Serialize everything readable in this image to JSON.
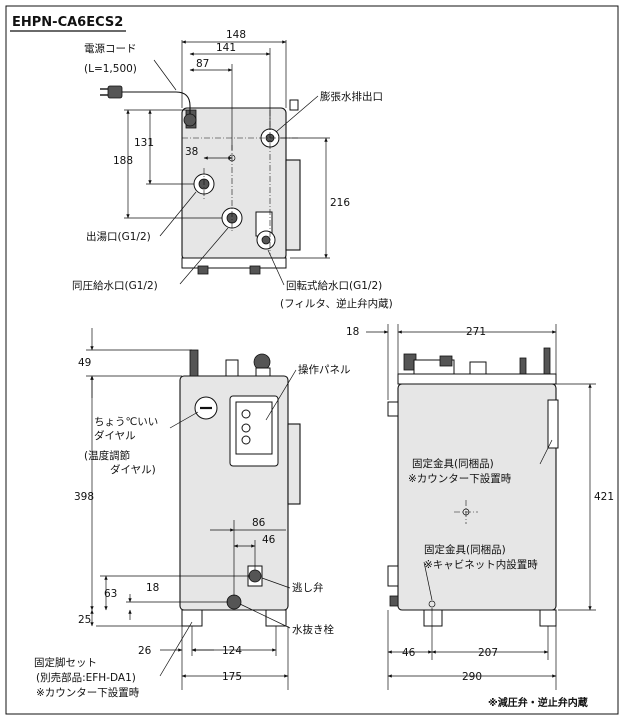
{
  "title": "EHPN-CA6ECS2",
  "footnote": "※減圧弁・逆止弁内蔵",
  "top_view": {
    "dims": {
      "w148": "148",
      "w141": "141",
      "w87": "87",
      "w38": "38",
      "h131": "131",
      "h188": "188",
      "h216": "216"
    },
    "labels": {
      "power_cord": "電源コード",
      "power_cord_len": "(L=1,500)",
      "expansion_outlet": "膨張水排出口",
      "hot_outlet": "出湯口(G1/2)",
      "same_pressure_inlet": "同圧給水口(G1/2)",
      "rotary_inlet": "回転式給水口(G1/2)",
      "rotary_inlet_note": "(フィルタ、逆止弁内蔵)"
    }
  },
  "front_view": {
    "dims": {
      "h49": "49",
      "h398": "398",
      "w86": "86",
      "w46": "46",
      "h63": "63",
      "h18": "18",
      "h25": "25",
      "w26": "26",
      "w124": "124",
      "w175": "175"
    },
    "labels": {
      "temp_dial_1": "ちょう℃いい",
      "temp_dial_2": "ダイヤル",
      "temp_dial_3": "(温度調節",
      "temp_dial_4": "ダイヤル)",
      "control_panel": "操作パネル",
      "relief_valve": "逃し弁",
      "drain_plug": "水抜き栓",
      "leg_set": "固定脚セット",
      "leg_set_part": "(別売部品:EFH-DA1)",
      "leg_set_note": "※カウンター下設置時"
    }
  },
  "side_view": {
    "dims": {
      "w18": "18",
      "w271": "271",
      "h421": "421",
      "w46": "46",
      "w207": "207",
      "w290": "290"
    },
    "labels": {
      "bracket_1": "固定金具(同梱品)",
      "bracket_1_note": "※カウンター下設置時",
      "bracket_2": "固定金具(同梱品)",
      "bracket_2_note": "※キャビネット内設置時"
    }
  }
}
